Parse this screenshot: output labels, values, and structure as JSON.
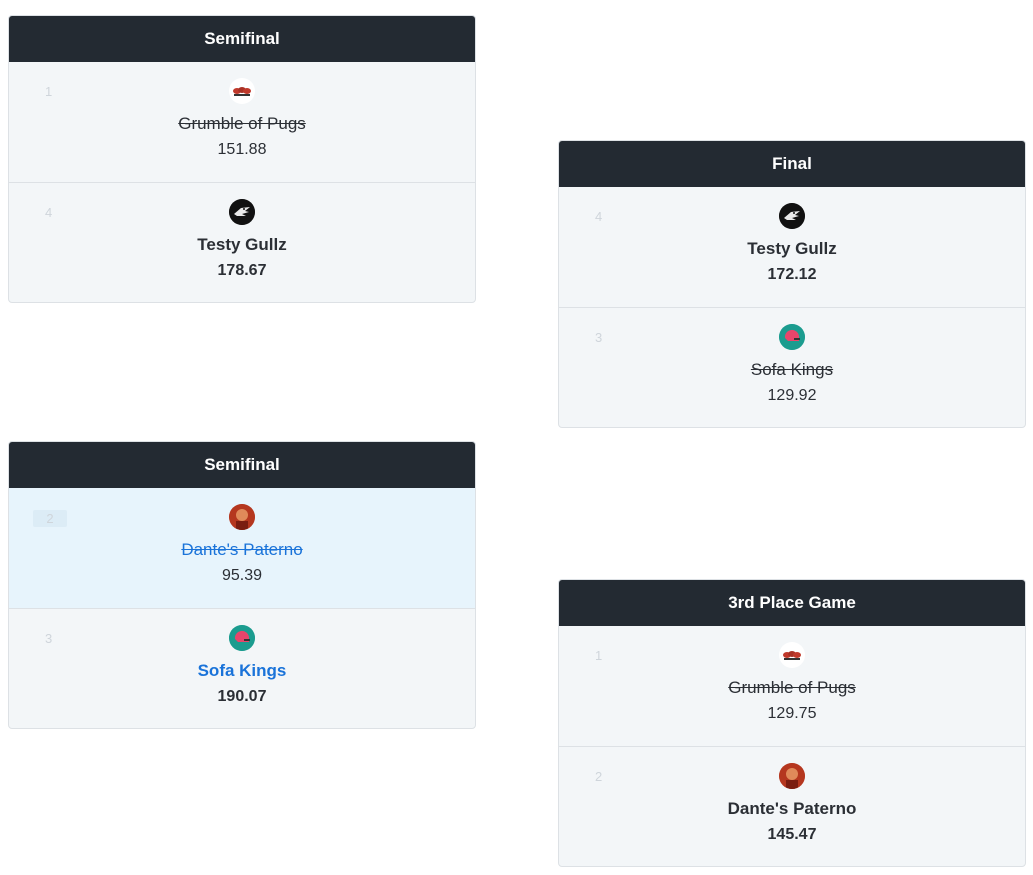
{
  "matchups": {
    "semi1": {
      "title": "Semifinal",
      "teams": [
        {
          "seed": "1",
          "name": "Grumble of Pugs",
          "score": "151.88",
          "avatar": "pugs-logo-icon"
        },
        {
          "seed": "4",
          "name": "Testy Gullz",
          "score": "178.67",
          "avatar": "eagle-logo-icon"
        }
      ]
    },
    "semi2": {
      "title": "Semifinal",
      "teams": [
        {
          "seed": "2",
          "name": "Dante's Paterno",
          "score": "95.39",
          "avatar": "dante-avatar-icon"
        },
        {
          "seed": "3",
          "name": "Sofa Kings",
          "score": "190.07",
          "avatar": "helmet-logo-icon"
        }
      ]
    },
    "final": {
      "title": "Final",
      "teams": [
        {
          "seed": "4",
          "name": "Testy Gullz",
          "score": "172.12",
          "avatar": "eagle-logo-icon"
        },
        {
          "seed": "3",
          "name": "Sofa Kings",
          "score": "129.92",
          "avatar": "helmet-logo-icon"
        }
      ]
    },
    "third": {
      "title": "3rd Place Game",
      "teams": [
        {
          "seed": "1",
          "name": "Grumble of Pugs",
          "score": "129.75",
          "avatar": "pugs-logo-icon"
        },
        {
          "seed": "2",
          "name": "Dante's Paterno",
          "score": "145.47",
          "avatar": "dante-avatar-icon"
        }
      ]
    }
  },
  "colors": {
    "header_bg": "#232a32",
    "card_bg": "#f3f6f8",
    "highlight_bg": "#e7f4fc",
    "link": "#1a73d9"
  }
}
